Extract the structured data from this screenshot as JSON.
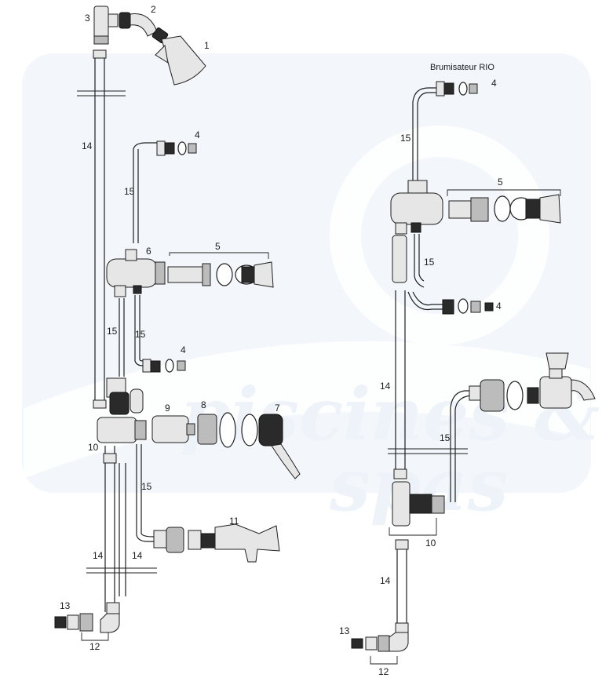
{
  "watermark": {
    "line1": "piscines &",
    "line2": "spas"
  },
  "title_right": "Brumisateur RIO",
  "labels": {
    "l1": "1",
    "l2": "2",
    "l3": "3",
    "l4a": "4",
    "l4b": "4",
    "l4c": "4",
    "l4d": "4",
    "l5a": "5",
    "l5b": "5",
    "l6": "6",
    "l7": "7",
    "l8": "8",
    "l9": "9",
    "l10a": "10",
    "l10b": "10",
    "l11": "11",
    "l12a": "12",
    "l12b": "12",
    "l13a": "13",
    "l13b": "13",
    "l14a": "14",
    "l14b": "14",
    "l14c": "14",
    "l14d": "14",
    "l14e": "14",
    "l15a": "15",
    "l15b": "15",
    "l15c": "15",
    "l15d": "15",
    "l15e": "15",
    "l15f": "15",
    "l15g": "15"
  }
}
